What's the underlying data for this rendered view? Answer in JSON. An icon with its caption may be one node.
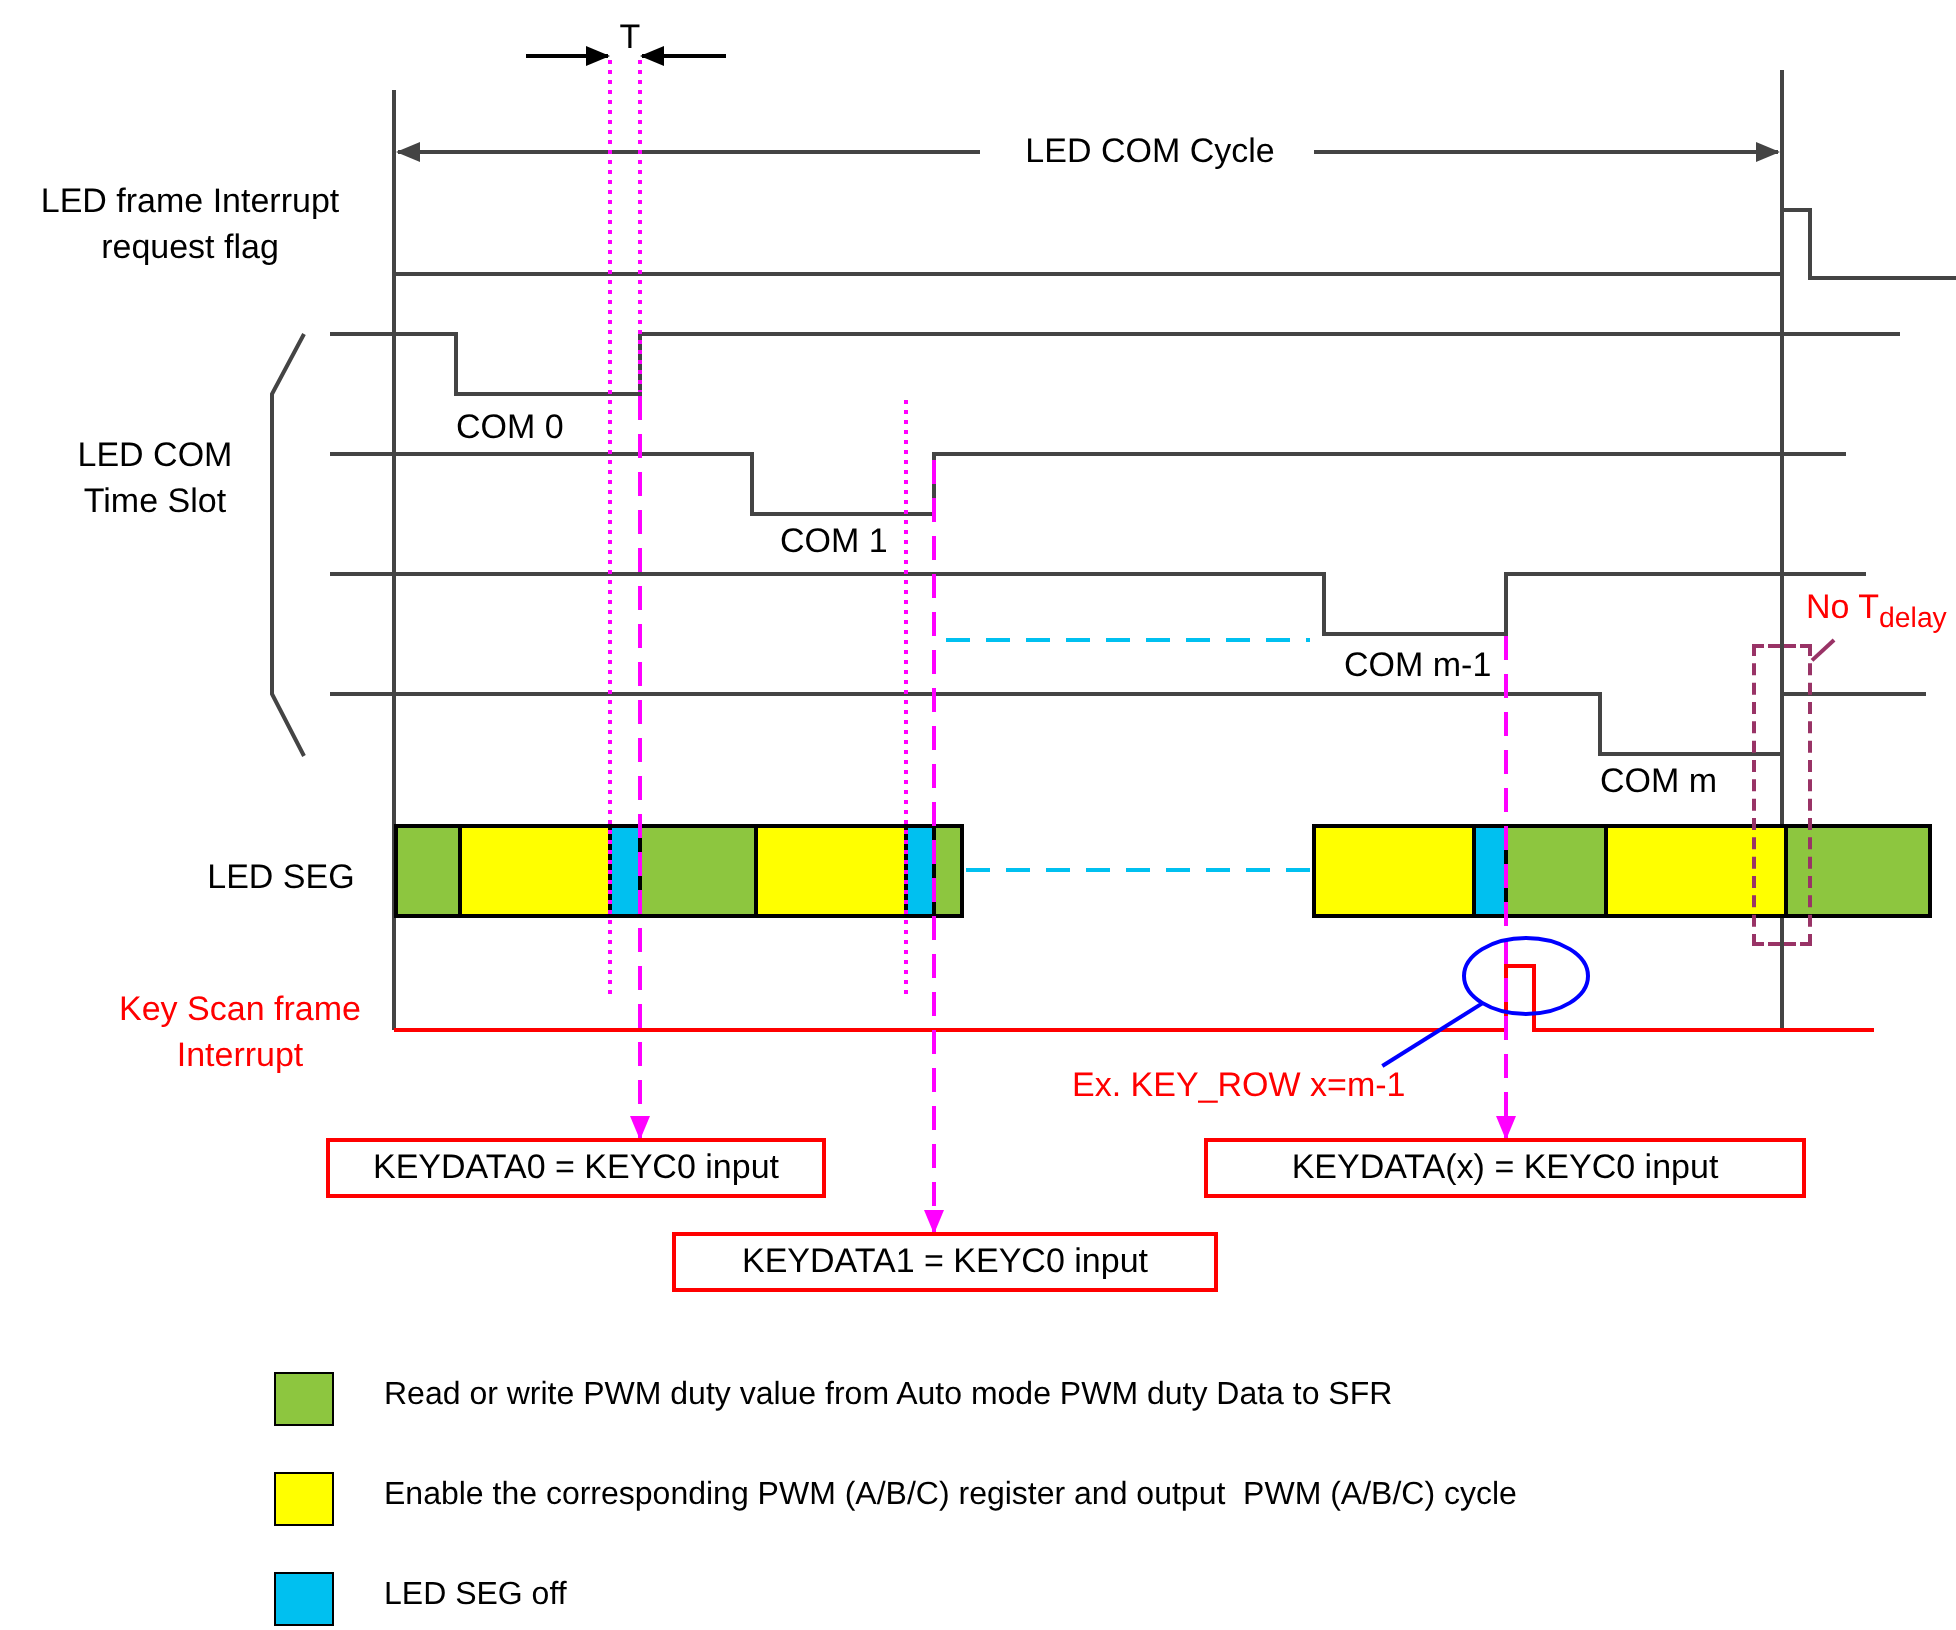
{
  "diagram": {
    "nodes": [
      {
        "text": [
          "No T$_{delay}$"
        ]
      },
      {
        "text": [],
        "shape": "box"
      },
      {
        "text": [],
        "shape": "circle"
      },
      {
        "text": [
          "Ex. KEY_ROW x=m-1"
        ]
      },
      {
        "text": [
          "KEYDATA0 = KEYC0 input"
        ]
      },
      {
        "text": [
          "KEYDATA(x) = KEYC0 input"
        ]
      },
      {
        "text": [
          "KEYDATA1 = KEYC0 input"
        ]
      }
    ],
    "edges": [
      {
        "from": 0,
        "to": 1,
        "arrow": "none",
        "color": "#993366"
      },
      {
        "from": 3,
        "to": 2,
        "arrow": "none",
        "color": "#0000ff"
      },
      {
        "from": null,
        "to": 4,
        "arrow": "to",
        "style": "dashed",
        "color": "#ff00ff"
      },
      {
        "from": null,
        "to": 6,
        "arrow": "to",
        "style": "dashed",
        "color": "#ff00ff"
      },
      {
        "from": null,
        "to": 5,
        "arrow": "to",
        "style": "dashed",
        "color": "#ff00ff"
      }
    ],
    "labels": [
      "T",
      "LED COM Cycle",
      "LED frame Interrupt request flag",
      "LED COM Time Slot",
      "COM 0",
      "COM 1",
      "COM m-1",
      "COM m",
      "LED SEG",
      "Key Scan frame Interrupt"
    ],
    "legend": [
      {
        "text": "Read or write PWM duty value from Auto mode PWM duty Data to SFR",
        "color": "#8dc63f"
      },
      {
        "text": "Enable the corresponding PWM (A/B/C) register and output  PWM (A/B/C) cycle",
        "color": "#ffff00"
      },
      {
        "text": "LED SEG off",
        "color": "#00c0f0"
      }
    ]
  }
}
